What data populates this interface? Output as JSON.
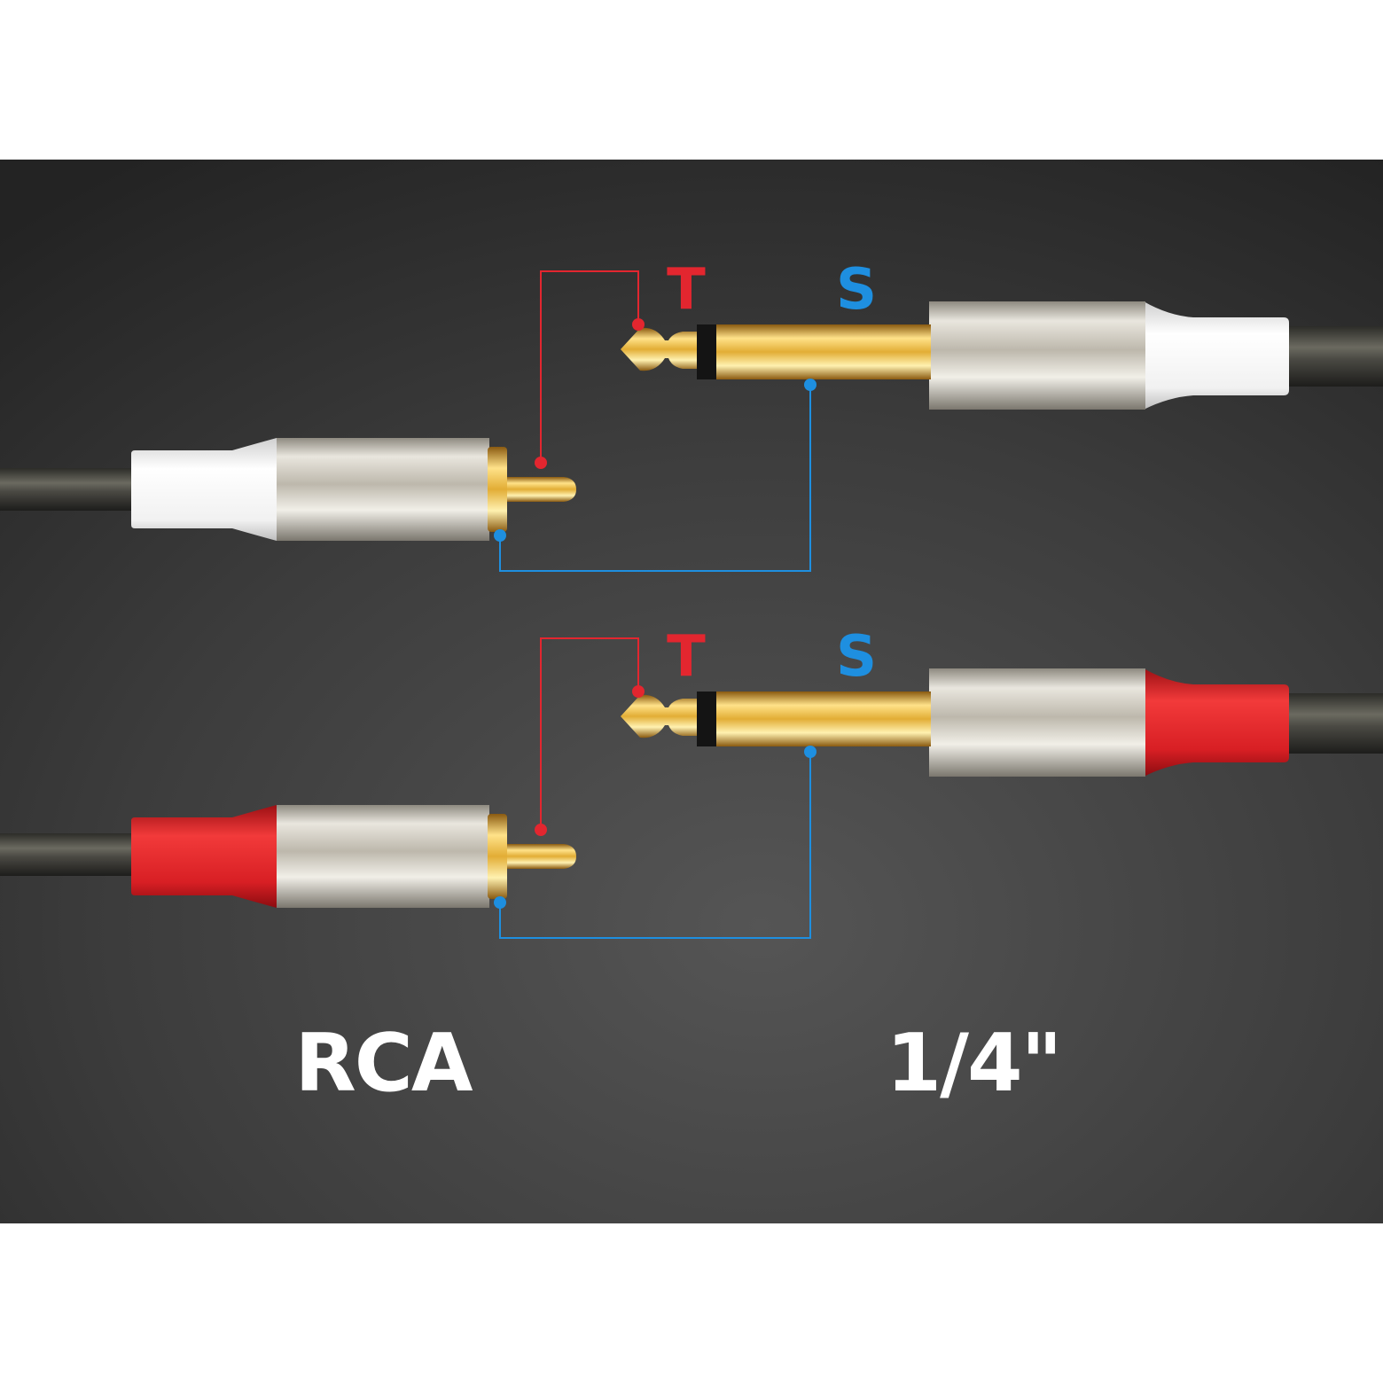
{
  "connectors": [
    {
      "pair": "top",
      "boot_color": "#f4f4f4",
      "tip_label": "T",
      "sleeve_label": "S"
    },
    {
      "pair": "bottom",
      "boot_color": "#e4262a",
      "tip_label": "T",
      "sleeve_label": "S"
    }
  ],
  "labels": {
    "rca": "RCA",
    "quarter_inch": "1/4\""
  },
  "colors": {
    "tip_wire": "#e3262f",
    "sleeve_wire": "#1e8fe0",
    "background_dark": "#262626",
    "background_light": "#4e4e4e",
    "gold": "#e8c04a",
    "silver": "#d7d2c6"
  }
}
